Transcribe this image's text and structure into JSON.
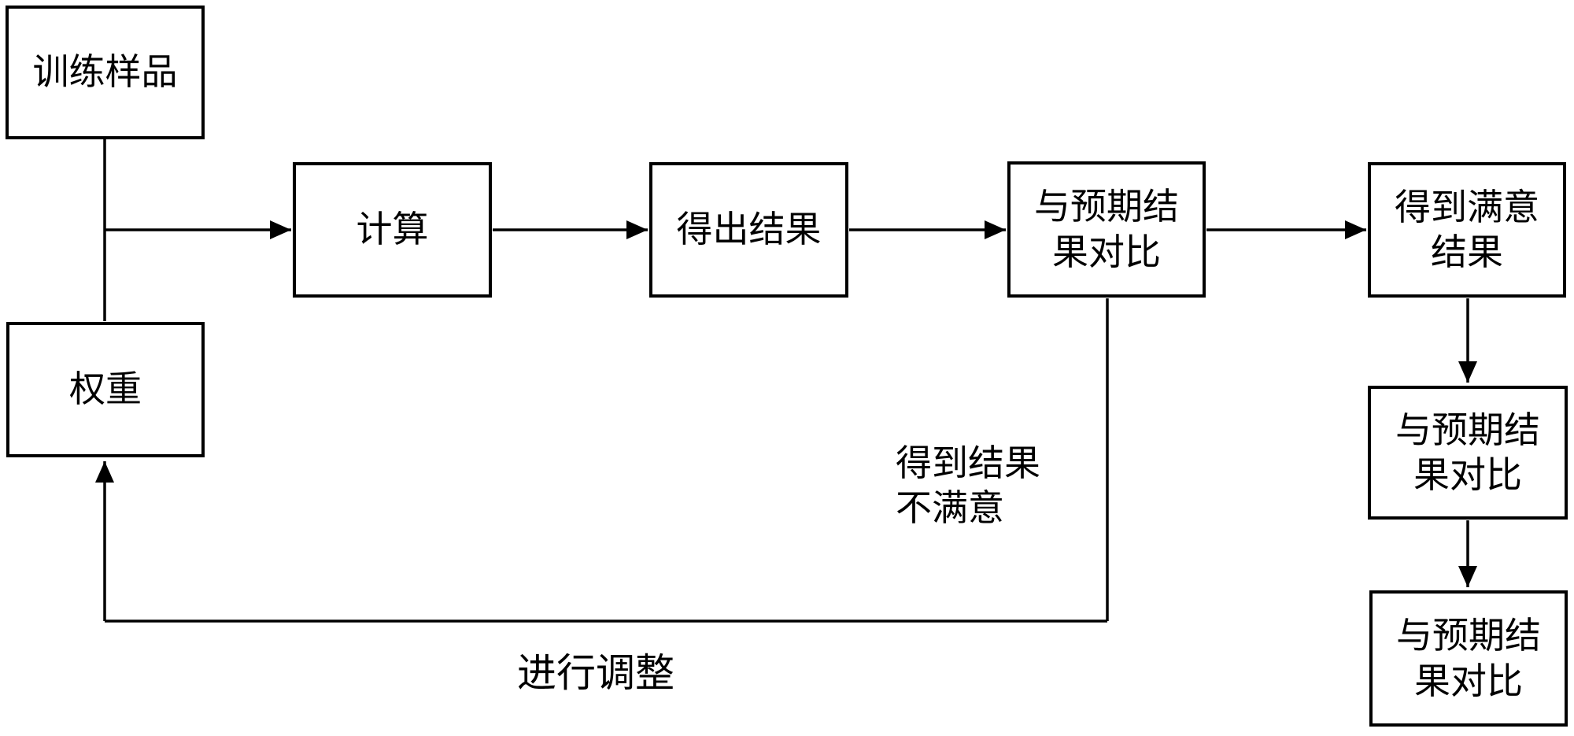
{
  "diagram": {
    "type": "flowchart",
    "background_color": "#ffffff",
    "line_color": "#000000",
    "nodes": [
      {
        "id": "training-samples",
        "label": "训练样品"
      },
      {
        "id": "weights",
        "label": "权重"
      },
      {
        "id": "compute",
        "label": "计算"
      },
      {
        "id": "output-result",
        "label": "得出结果"
      },
      {
        "id": "compare-expected-1",
        "label": "与预期结\n果对比"
      },
      {
        "id": "satisfied-result",
        "label": "得到满意\n结果"
      },
      {
        "id": "compare-expected-2",
        "label": "与预期结\n果对比"
      },
      {
        "id": "compare-expected-3",
        "label": "与预期结\n果对比"
      }
    ],
    "edge_labels": {
      "unsatisfied": "得到结果\n不满意",
      "adjust": "进行调整"
    },
    "edges": [
      {
        "from": "training-samples",
        "to": "weights",
        "arrow": false
      },
      {
        "from": "weights-junction",
        "to": "compute",
        "arrow": true
      },
      {
        "from": "compute",
        "to": "output-result",
        "arrow": true
      },
      {
        "from": "output-result",
        "to": "compare-expected-1",
        "arrow": true
      },
      {
        "from": "compare-expected-1",
        "to": "satisfied-result",
        "arrow": true
      },
      {
        "from": "compare-expected-1",
        "to": "weights",
        "arrow": true,
        "label": "得到结果不满意 / 进行调整"
      },
      {
        "from": "satisfied-result",
        "to": "compare-expected-2",
        "arrow": true
      },
      {
        "from": "compare-expected-2",
        "to": "compare-expected-3",
        "arrow": true
      }
    ]
  }
}
